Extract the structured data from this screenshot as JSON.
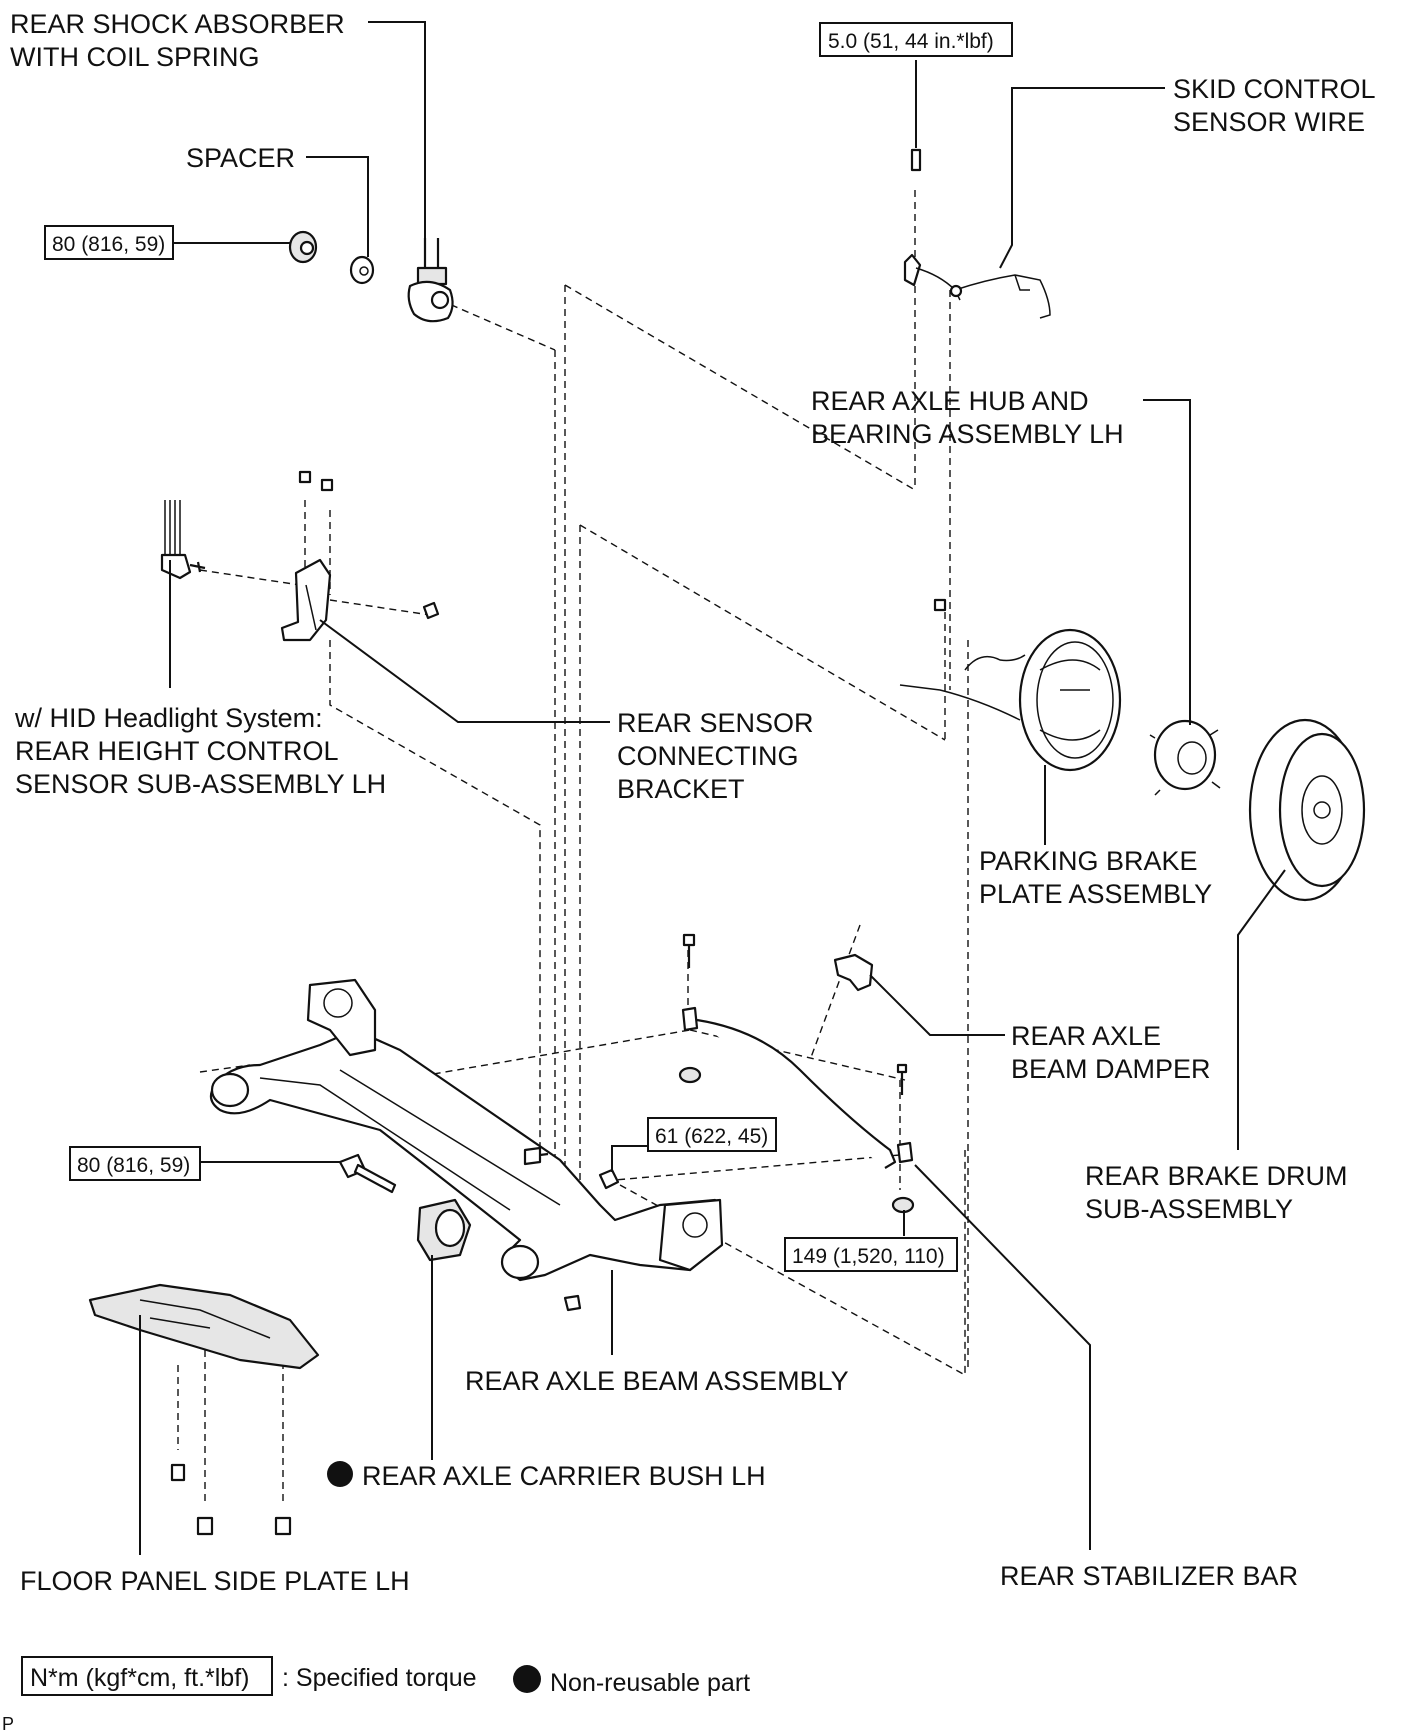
{
  "labels": {
    "shock": [
      "REAR SHOCK ABSORBER",
      "WITH COIL SPRING"
    ],
    "spacer": "SPACER",
    "skid": [
      "SKID CONTROL",
      "SENSOR WIRE"
    ],
    "hub": [
      "REAR AXLE HUB AND",
      "BEARING ASSEMBLY LH"
    ],
    "height_sensor": [
      "w/ HID Headlight System:",
      "REAR HEIGHT CONTROL",
      "SENSOR SUB-ASSEMBLY LH"
    ],
    "bracket": [
      "REAR SENSOR",
      "CONNECTING",
      "BRACKET"
    ],
    "parking": [
      "PARKING BRAKE",
      "PLATE ASSEMBLY"
    ],
    "damper": [
      "REAR AXLE",
      "BEAM DAMPER"
    ],
    "drum": [
      "REAR BRAKE DRUM",
      "SUB-ASSEMBLY"
    ],
    "beam": "REAR AXLE BEAM ASSEMBLY",
    "bush": "REAR AXLE CARRIER BUSH LH",
    "floor": "FLOOR PANEL SIDE PLATE LH",
    "stabilizer": "REAR STABILIZER BAR"
  },
  "torques": {
    "t_skid": "5.0 (51, 44 in.*lbf)",
    "t_top": "80 (816, 59)",
    "t_mid": "80 (816, 59)",
    "t_61": "61 (622, 45)",
    "t_149": "149 (1,520, 110)"
  },
  "legend": {
    "torque_unit": "N*m (kgf*cm, ft.*lbf)",
    "torque_text": ": Specified torque",
    "nonreusable_text": "Non-reusable part"
  },
  "corner_mark": "P"
}
